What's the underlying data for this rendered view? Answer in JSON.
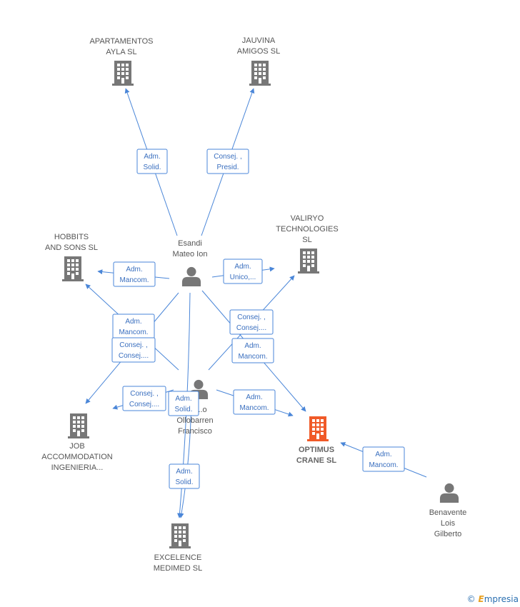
{
  "colors": {
    "edge": "#4a86d8",
    "company": "#777777",
    "focus_company": "#f05a28",
    "person": "#777777"
  },
  "nodes": {
    "apartamentos": {
      "label": [
        "APARTAMENTOS",
        "AYLA  SL"
      ],
      "icon": "building-icon"
    },
    "jauvina": {
      "label": [
        "JAUVINA",
        "AMIGOS SL"
      ],
      "icon": "building-icon"
    },
    "valiryo": {
      "label": [
        "VALIRYO",
        "TECHNOLOGIES",
        "SL"
      ],
      "icon": "building-icon"
    },
    "hobbits": {
      "label": [
        "HOBBITS",
        "AND SONS SL"
      ],
      "icon": "building-icon"
    },
    "job": {
      "label": [
        "JOB",
        "ACCOMMODATION",
        "INGENIERIA..."
      ],
      "icon": "building-icon"
    },
    "optimus": {
      "label": [
        "OPTIMUS",
        "CRANE  SL"
      ],
      "icon": "building-icon",
      "focus": true
    },
    "excelence": {
      "label": [
        "EXCELENCE",
        "MEDIMED  SL"
      ],
      "icon": "building-icon"
    },
    "esandi": {
      "label": [
        "Esandi",
        "Mateo Ion"
      ],
      "icon": "person-icon"
    },
    "ollobarren": {
      "label": [
        "...o",
        "Ollobarren",
        "Francisco"
      ],
      "icon": "person-icon"
    },
    "benavente": {
      "label": [
        "Benavente",
        "Lois",
        "Gilberto"
      ],
      "icon": "person-icon"
    }
  },
  "relations": [
    [
      "Adm.",
      "Solid."
    ],
    [
      "Consej. ,",
      "Presid."
    ],
    [
      "Adm.",
      "Mancom."
    ],
    [
      "Adm.",
      "Unico,..."
    ],
    [
      "Consej. ,",
      "Consej...."
    ],
    [
      "Adm.",
      "Mancom."
    ],
    [
      "Adm.",
      "Mancom."
    ],
    [
      "Consej. ,",
      "Consej...."
    ],
    [
      "Consej. ,",
      "Consej...."
    ],
    [
      "Adm.",
      "Solid."
    ],
    [
      "Adm.",
      "Mancom."
    ],
    [
      "Adm.",
      "Solid."
    ],
    [
      "Adm.",
      "Mancom."
    ]
  ],
  "brand": {
    "symbol": "©",
    "initial": "E",
    "rest": "mpresia"
  }
}
